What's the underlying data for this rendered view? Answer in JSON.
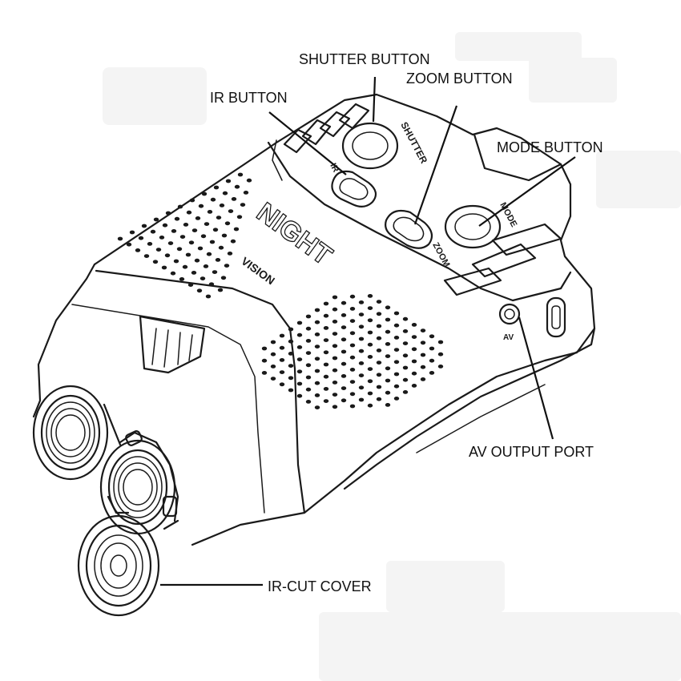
{
  "labels": {
    "shutter": "SHUTTER BUTTON",
    "zoom": "ZOOM BUTTON",
    "ir": "IR BUTTON",
    "mode": "MODE BUTTON",
    "av_output": "AV OUTPUT PORT",
    "ir_cut": "IR-CUT COVER"
  },
  "device_markings": {
    "night": "NIGHT",
    "vision": "VISION",
    "shutter": "SHUTTER",
    "zoom": "ZOOM",
    "mode": "MODE",
    "ir": "IR",
    "av": "AV"
  }
}
